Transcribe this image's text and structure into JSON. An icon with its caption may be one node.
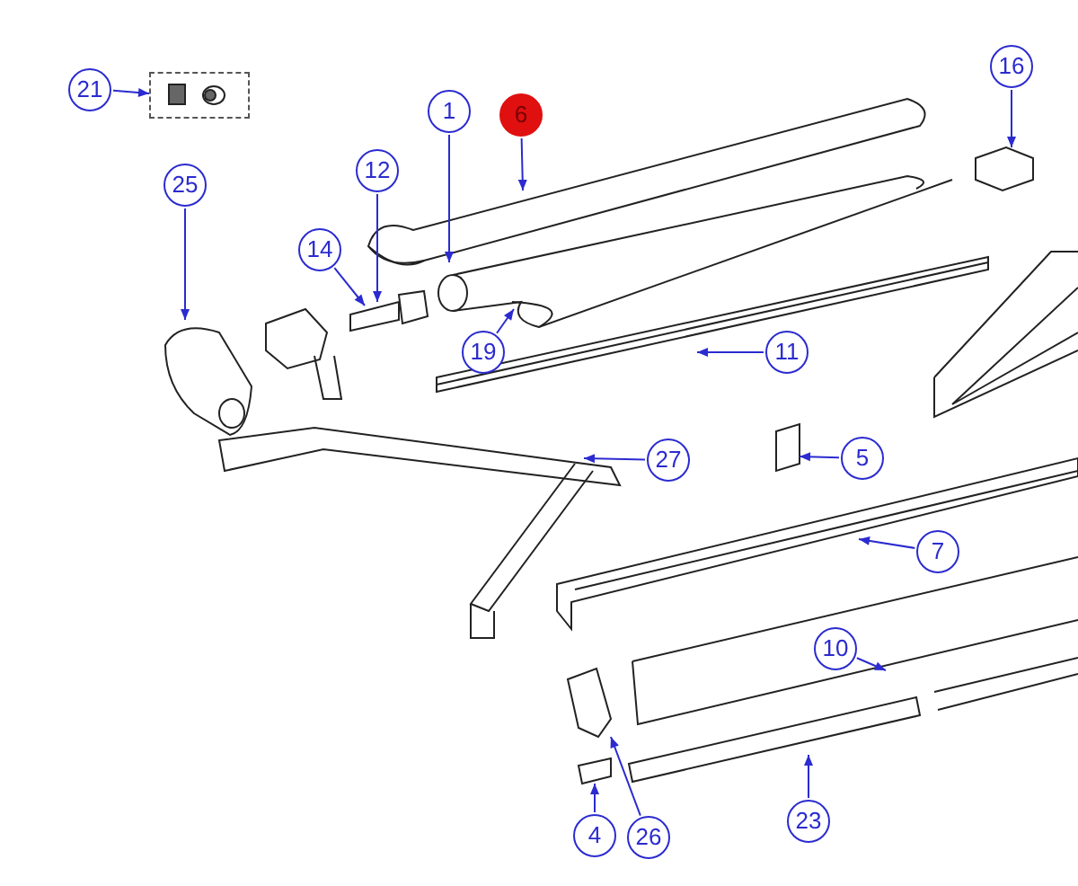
{
  "diagram": {
    "nodes": [
      {
        "text": [
          "21"
        ]
      },
      {
        "text": [],
        "shape": "box"
      },
      {
        "text": [
          "16"
        ]
      },
      {
        "text": [
          "1"
        ]
      },
      {
        "text": [
          "6"
        ]
      },
      {
        "text": [
          "25"
        ]
      },
      {
        "text": [
          "12"
        ]
      },
      {
        "text": [
          "14"
        ]
      },
      {
        "text": [
          "19"
        ]
      },
      {
        "text": [
          "11"
        ]
      },
      {
        "text": [
          "5"
        ]
      },
      {
        "text": [
          "27"
        ]
      },
      {
        "text": [
          "7"
        ]
      },
      {
        "text": [
          "10"
        ]
      },
      {
        "text": [
          "23"
        ]
      },
      {
        "text": [
          "4"
        ]
      },
      {
        "text": [
          "26"
        ]
      }
    ],
    "edges": [
      {
        "from": 0,
        "to": 1,
        "arrow": "to"
      },
      {
        "from": 2,
        "to": null,
        "arrow": "to"
      },
      {
        "from": 3,
        "to": null,
        "arrow": "to"
      },
      {
        "from": 4,
        "to": null,
        "arrow": "to"
      },
      {
        "from": 5,
        "to": null,
        "arrow": "to"
      },
      {
        "from": 6,
        "to": null,
        "arrow": "to"
      },
      {
        "from": 7,
        "to": null,
        "arrow": "to"
      },
      {
        "from": 8,
        "to": null,
        "arrow": "to"
      },
      {
        "from": 9,
        "to": null,
        "arrow": "to"
      },
      {
        "from": 10,
        "to": null,
        "arrow": "to"
      },
      {
        "from": 11,
        "to": null,
        "arrow": "to"
      },
      {
        "from": 12,
        "to": null,
        "arrow": "to"
      },
      {
        "from": 13,
        "to": null,
        "arrow": "to"
      },
      {
        "from": 14,
        "to": null,
        "arrow": "to"
      },
      {
        "from": 15,
        "to": null,
        "arrow": "to"
      },
      {
        "from": 16,
        "to": null,
        "arrow": "to"
      }
    ]
  }
}
